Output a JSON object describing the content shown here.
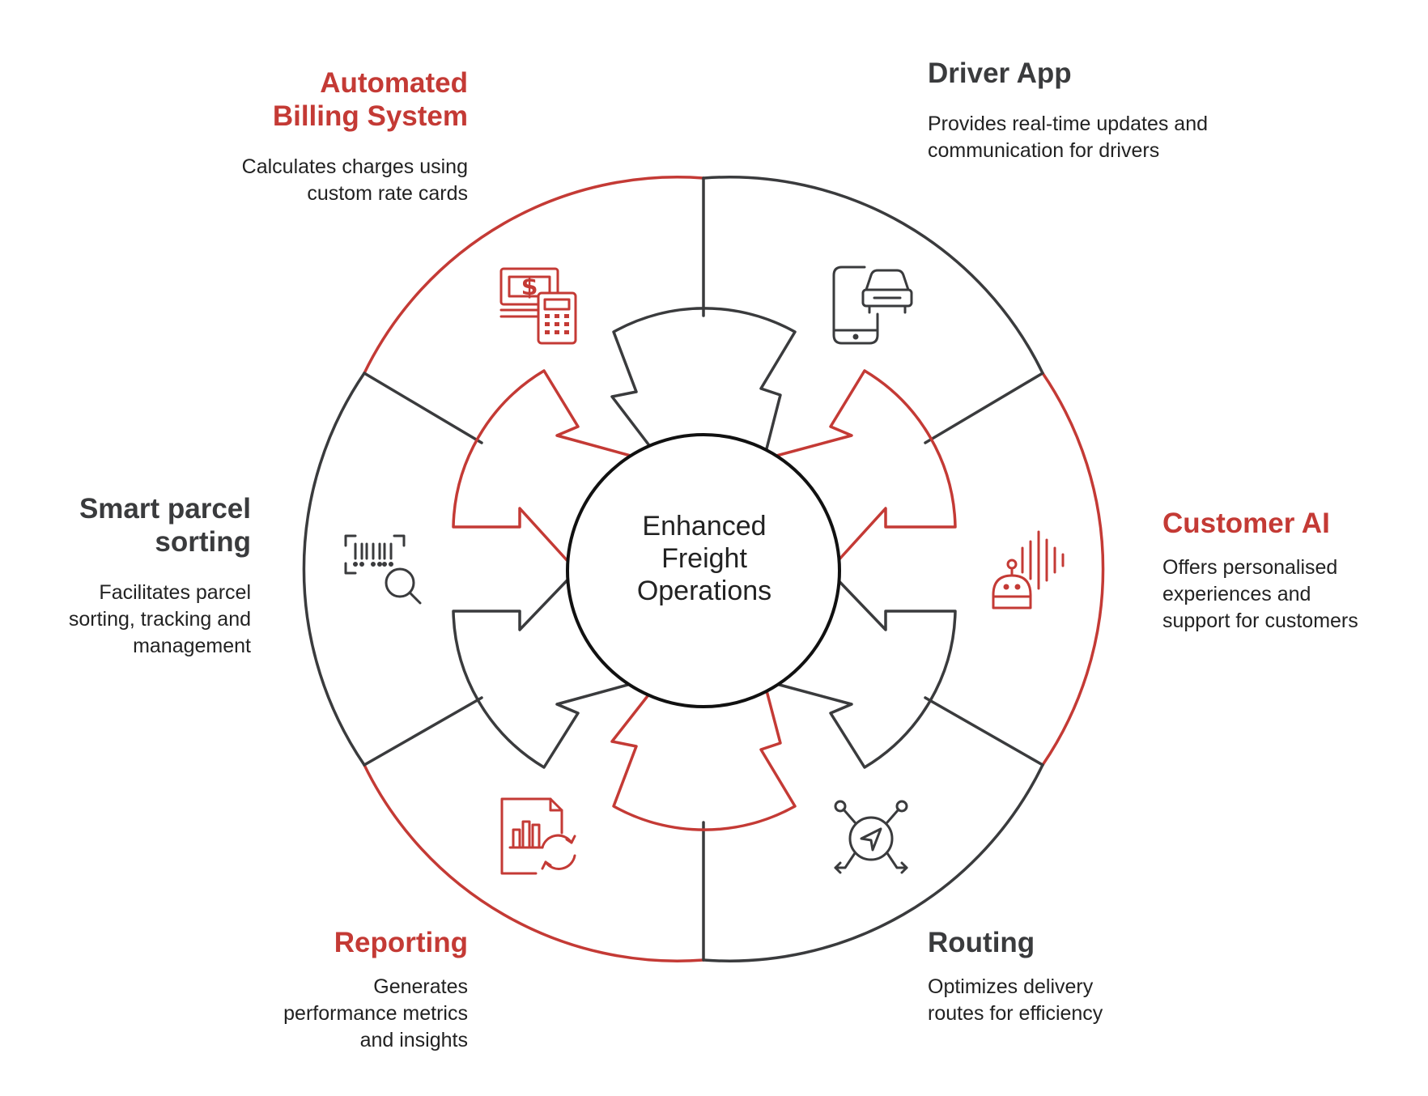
{
  "center": {
    "line1": "Enhanced",
    "line2": "Freight",
    "line3": "Operations"
  },
  "colors": {
    "red": "#c43a35",
    "dark": "#3a3b3d",
    "center": "#000000"
  },
  "segments": [
    {
      "id": "billing",
      "title_line1": "Automated",
      "title_line2": "Billing System",
      "description_line1": "Calculates charges using",
      "description_line2": "custom rate cards",
      "icon": "money-calculator-icon",
      "color": "red"
    },
    {
      "id": "driver",
      "title_line1": "Driver App",
      "description_line1": "Provides real-time updates and",
      "description_line2": "communication for drivers",
      "icon": "phone-car-icon",
      "color": "dark"
    },
    {
      "id": "customer",
      "title_line1": "Customer AI",
      "description_line1": "Offers personalised",
      "description_line2": "experiences and",
      "description_line3": "support for customers",
      "icon": "robot-soundwave-icon",
      "color": "red"
    },
    {
      "id": "routing",
      "title_line1": "Routing",
      "description_line1": "Optimizes delivery",
      "description_line2": "routes for efficiency",
      "icon": "navigation-routes-icon",
      "color": "dark"
    },
    {
      "id": "reporting",
      "title_line1": "Reporting",
      "description_line1": "Generates",
      "description_line2": "performance metrics",
      "description_line3": "and insights",
      "icon": "report-refresh-icon",
      "color": "red"
    },
    {
      "id": "sorting",
      "title_line1": "Smart parcel",
      "title_line2": "sorting",
      "description_line1": "Facilitates parcel",
      "description_line2": "sorting, tracking and",
      "description_line3": "management",
      "icon": "barcode-search-icon",
      "color": "dark"
    }
  ]
}
